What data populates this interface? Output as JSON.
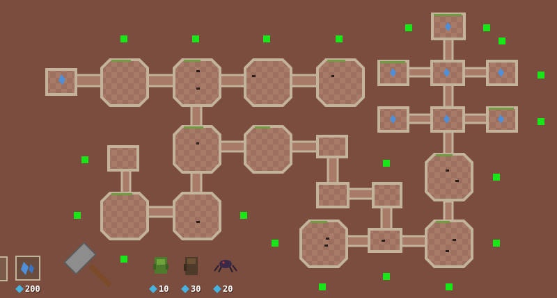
{
  "colors": {
    "background": "#7b4d3f",
    "green_marker": "#19e619",
    "room_floor": "#a87a68",
    "room_floor_alt": "#9c6f5e",
    "wall": "#c2b39a",
    "wall_shadow": "#5b3a30",
    "moss": "#6f9b43",
    "crystal": "#4f8fd8",
    "gem_icon": "#47b2e0"
  },
  "hud": {
    "crystal_total": "200",
    "tool_icon": "hammer-icon",
    "units": [
      {
        "name": "goblin-icon",
        "cost": "10"
      },
      {
        "name": "troll-icon",
        "cost": "30"
      },
      {
        "name": "spider-icon",
        "cost": "20"
      }
    ]
  }
}
